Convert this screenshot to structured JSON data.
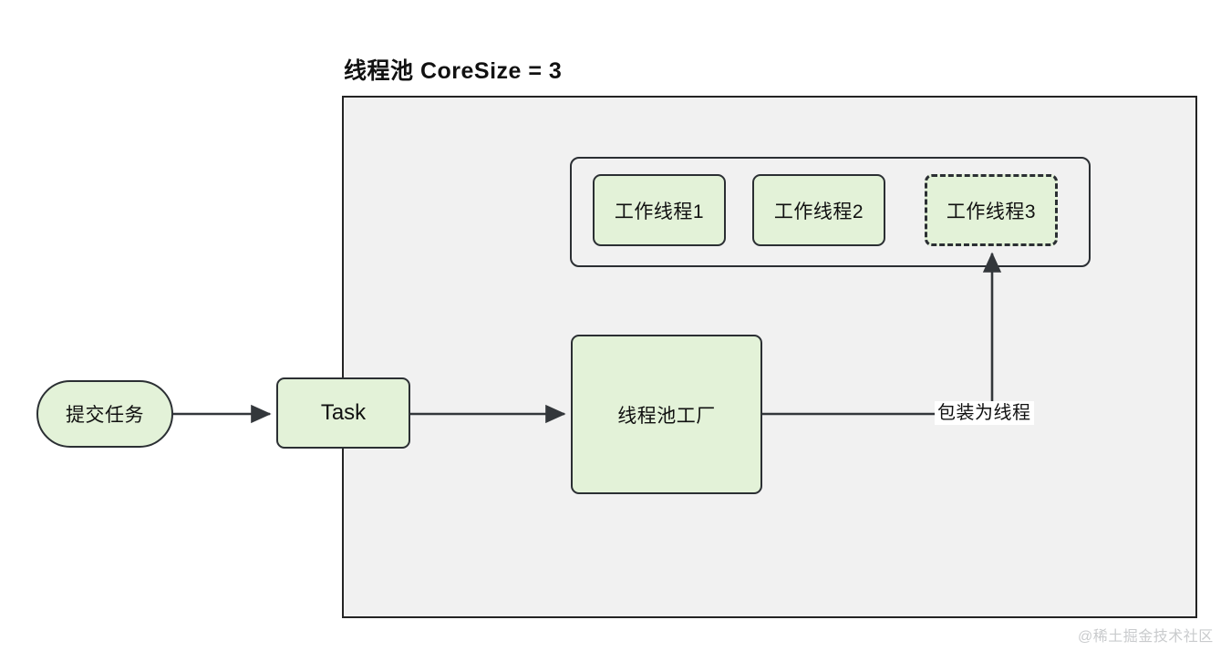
{
  "diagram": {
    "title": "线程池 CoreSize = 3",
    "watermark": "@稀土掘金技术社区",
    "colors": {
      "node_fill": "#e3f2d8",
      "node_stroke": "#2b2f33",
      "container_fill": "#f1f1f1",
      "container_stroke": "#242424",
      "edge_stroke": "#33373b",
      "text": "#111111",
      "watermark": "#c9cbcd",
      "canvas": "#ffffff"
    },
    "nodes": {
      "submit_task": {
        "label": "提交任务",
        "shape": "stadium"
      },
      "task": {
        "label": "Task",
        "shape": "rounded-rect"
      },
      "factory": {
        "label": "线程池工厂",
        "shape": "rounded-rect"
      },
      "workers": [
        {
          "label": "工作线程1",
          "shape": "rounded-rect",
          "border": "solid"
        },
        {
          "label": "工作线程2",
          "shape": "rounded-rect",
          "border": "solid"
        },
        {
          "label": "工作线程3",
          "shape": "rounded-rect",
          "border": "dashed"
        }
      ]
    },
    "edges": [
      {
        "from": "submit_task",
        "to": "task",
        "label": "",
        "arrow": "end"
      },
      {
        "from": "task",
        "to": "factory",
        "label": "",
        "arrow": "end"
      },
      {
        "from": "factory",
        "to": "worker-3",
        "label": "包装为线程",
        "arrow": "end"
      }
    ]
  }
}
